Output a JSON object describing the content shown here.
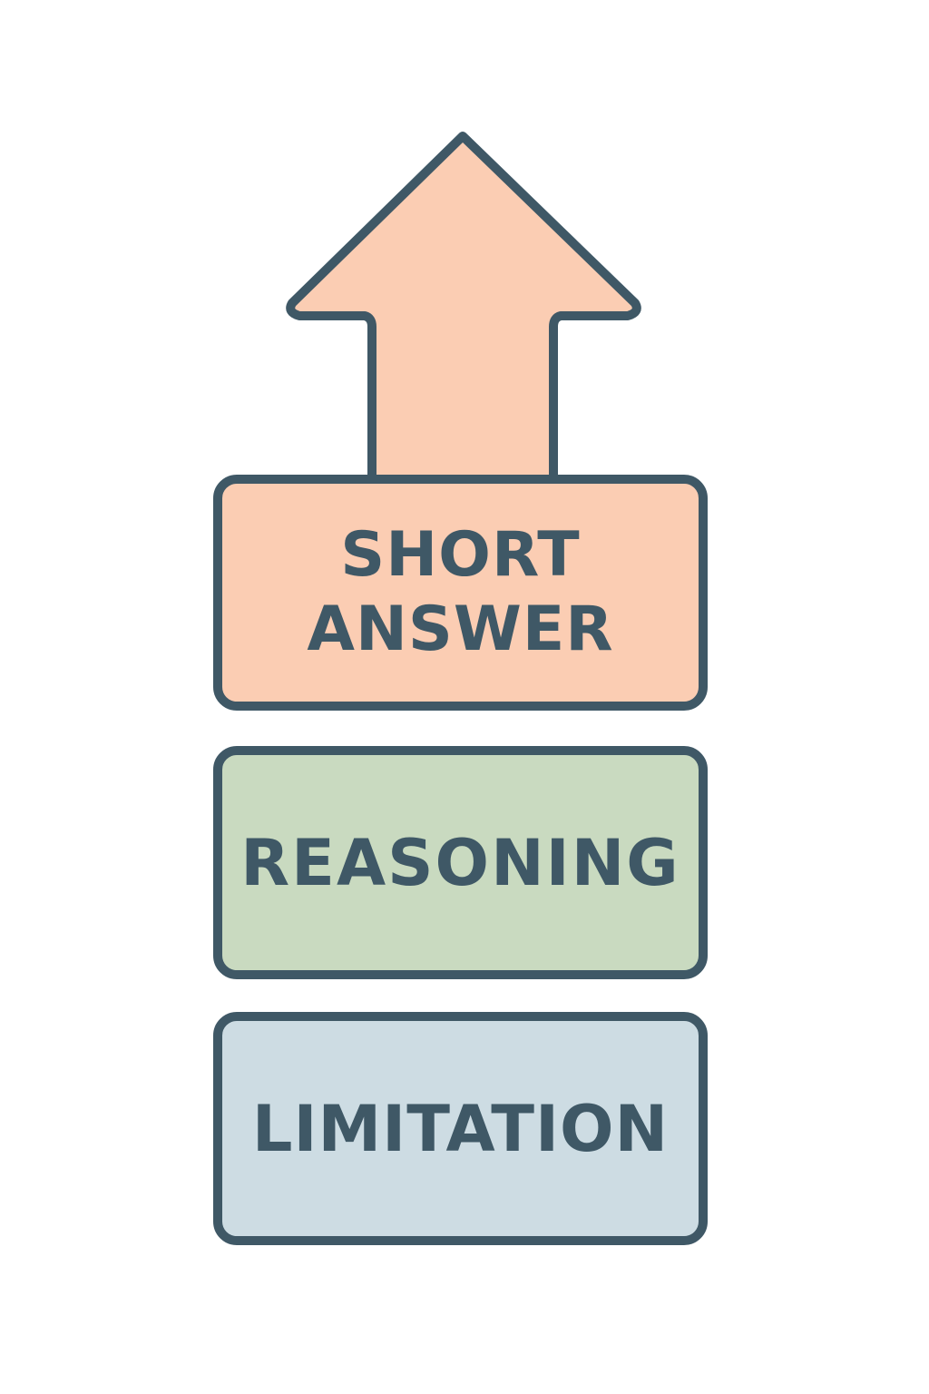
{
  "colors": {
    "stroke": "#3f5866",
    "short_answer_fill": "#fbcdb3",
    "reasoning_fill": "#c9dac0",
    "limitation_fill": "#cddce3",
    "background": "#ffffff"
  },
  "arrow": {
    "icon": "up-arrow-icon",
    "direction": "up"
  },
  "boxes": {
    "short_answer": {
      "line1": "SHORT",
      "line2": "ANSWER"
    },
    "reasoning": {
      "label": "REASONING"
    },
    "limitation": {
      "label": "LIMITATION"
    }
  }
}
